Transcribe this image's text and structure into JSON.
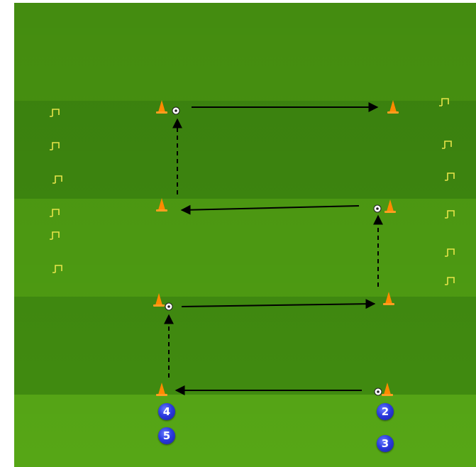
{
  "colors": {
    "stripe_light": "#4e9c12",
    "stripe_dark": "#3f8a10",
    "cone": "#ff8a00",
    "arrow": "#000000",
    "player": "#2b3be0",
    "hurdle": "#e8e44a"
  },
  "players": [
    {
      "label": "4"
    },
    {
      "label": "5"
    },
    {
      "label": "2"
    },
    {
      "label": "3"
    }
  ]
}
